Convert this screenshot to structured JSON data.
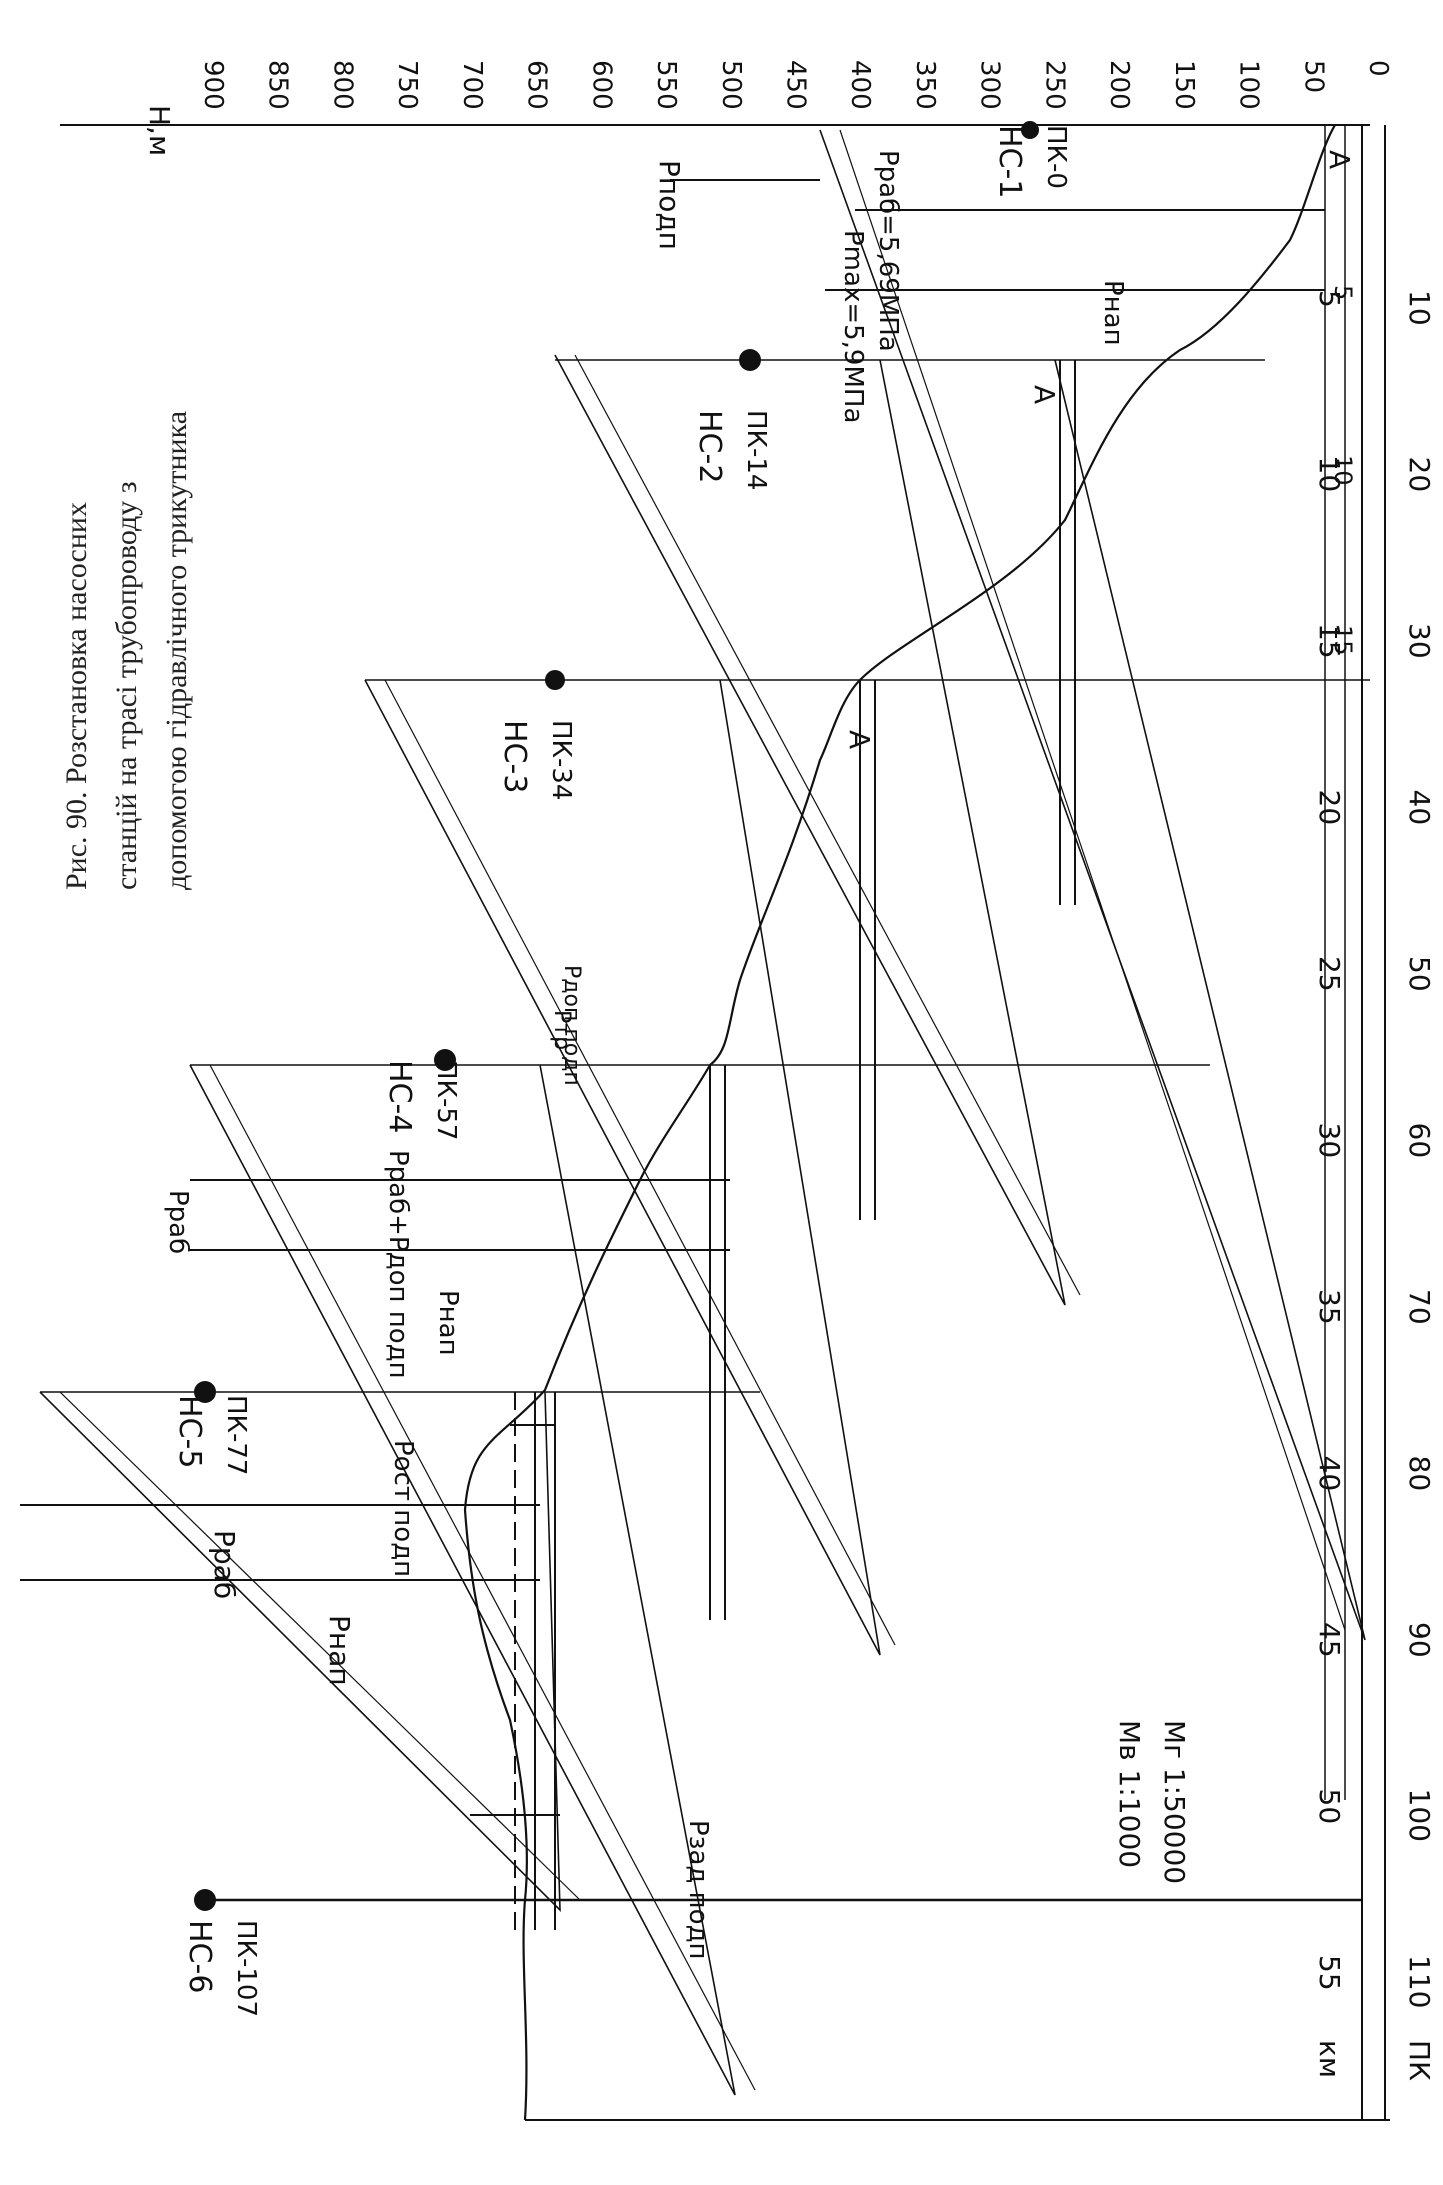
{
  "caption": [
    "Рис.   90.   Розстановка   насосних",
    "станцій  на  трасі  трубопроводу  з",
    "допомогою гідравлічного трикутника"
  ],
  "axes": {
    "h_label": "H,м",
    "h_ticks": [
      "900",
      "850",
      "800",
      "750",
      "700",
      "650",
      "600",
      "550",
      "500",
      "450",
      "400",
      "350",
      "300",
      "250",
      "200",
      "150",
      "100",
      "50",
      "0"
    ],
    "km_label": "км",
    "km_ticks": [
      "5",
      "10",
      "15",
      "20",
      "25",
      "30",
      "35",
      "40",
      "45",
      "50",
      "55"
    ],
    "pk_label": "ПК",
    "pk_ticks": [
      "10",
      "20",
      "30",
      "40",
      "50",
      "60",
      "70",
      "80",
      "90",
      "100",
      "110"
    ],
    "top_scale_ticks": [
      "5",
      "10",
      "15"
    ]
  },
  "stations": [
    {
      "id": "НС-1",
      "pk": "ПК-0"
    },
    {
      "id": "НС-2",
      "pk": "ПК-14"
    },
    {
      "id": "НС-3",
      "pk": "ПК-34"
    },
    {
      "id": "НС-4",
      "pk": "ПК-57"
    },
    {
      "id": "НС-5",
      "pk": "ПК-77"
    },
    {
      "id": "НС-6",
      "pk": "ПК-107"
    }
  ],
  "labels": {
    "p_rab_value": "Pраб=5,69МПа",
    "p_max_value": "Pmax=5,9МПа",
    "p_nap": "Pнап",
    "p_podp": "Pподп",
    "p_rab": "Pраб",
    "p_rab_plus_podp": "Pраб+Pдоп подп",
    "p_zad_podp": "Pзад подп",
    "p_ost_podp": "Pост подп",
    "p_tr": "Pтр",
    "p_dop_podp": "Pдоп подп",
    "point_a": "A",
    "scale_v": "Mв  1:1000",
    "scale_h": "Mг  1:50000"
  }
}
